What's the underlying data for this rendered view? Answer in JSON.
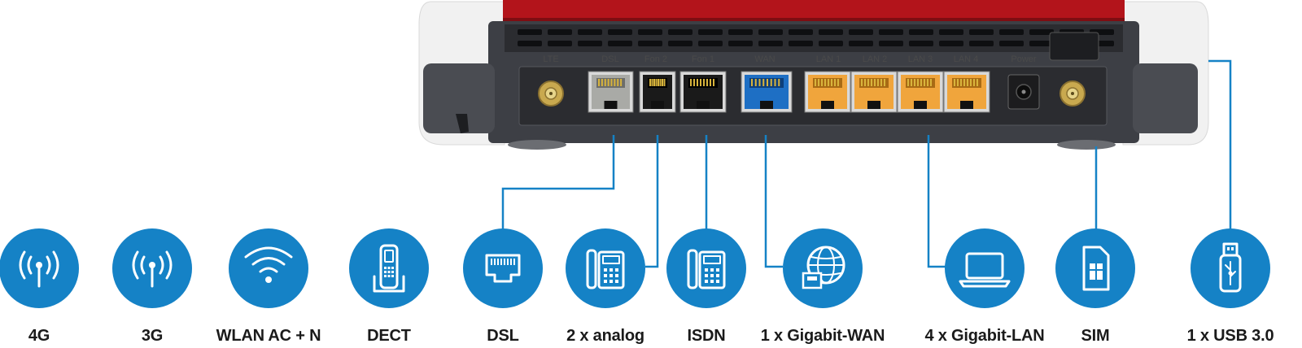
{
  "router": {
    "port_labels": [
      "LTE",
      "DSL",
      "Fon 2",
      "Fon 1",
      "WAN",
      "LAN 1",
      "LAN 2",
      "LAN 3",
      "LAN 4",
      "Power"
    ],
    "colors": {
      "red_top": "#b3141b",
      "body_dark": "#3d3f45",
      "panel": "#2b2c30",
      "shell_white": "#f2f2f2",
      "dsl_port": "#a9aaa6",
      "fon_port": "#1a1a1a",
      "wan_port": "#1e6fc4",
      "lan_port": "#f0a53c",
      "antenna_gold": "#c9a94f"
    }
  },
  "features": [
    {
      "label": "4G",
      "icon": "antenna-icon"
    },
    {
      "label": "3G",
      "icon": "antenna-icon"
    },
    {
      "label": "WLAN AC + N",
      "icon": "wifi-icon"
    },
    {
      "label": "DECT",
      "icon": "cordless-phone-icon"
    },
    {
      "label": "DSL",
      "icon": "ethernet-port-icon"
    },
    {
      "label": "2 x analog",
      "icon": "desk-phone-icon"
    },
    {
      "label": "ISDN",
      "icon": "desk-phone-icon"
    },
    {
      "label": "1 x Gigabit-WAN",
      "icon": "globe-icon"
    },
    {
      "label": "4 x Gigabit-LAN",
      "icon": "laptop-icon"
    },
    {
      "label": "SIM",
      "icon": "sim-card-icon"
    },
    {
      "label": "1 x USB 3.0",
      "icon": "usb-stick-icon"
    }
  ],
  "icon_color": "#1582c6",
  "connector_color": "#1582c6"
}
